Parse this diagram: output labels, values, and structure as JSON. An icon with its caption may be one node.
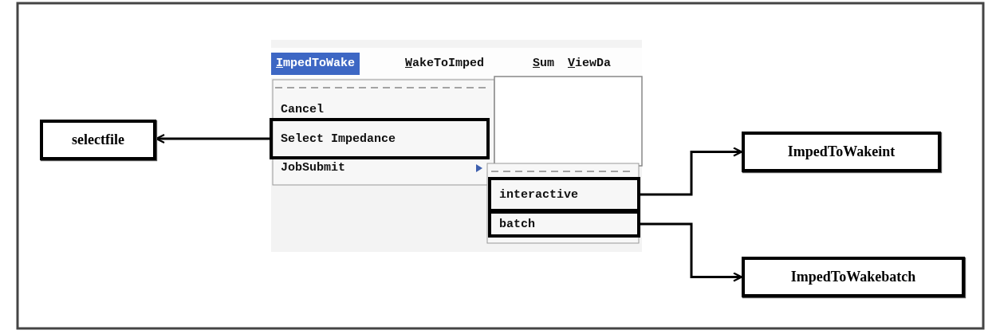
{
  "diagram": {
    "nodes": [
      {
        "text": [
          "selectfile"
        ]
      },
      {
        "text": [
          "Select Impedance"
        ]
      },
      {
        "text": [
          "interactive"
        ]
      },
      {
        "text": [
          "batch"
        ]
      },
      {
        "text": [
          "ImpedToWakeint"
        ]
      },
      {
        "text": [
          "ImpedToWakebatch"
        ]
      }
    ],
    "edges": [
      {
        "from": 1,
        "to": 0,
        "arrow": "to"
      },
      {
        "from": 2,
        "to": 4,
        "arrow": "to"
      },
      {
        "from": 3,
        "to": 5,
        "arrow": "to"
      }
    ],
    "labels": [
      "ImpedToWake",
      "WakeToImped",
      "Sum",
      "ViewDa",
      "Cancel",
      "JobSubmit"
    ]
  }
}
